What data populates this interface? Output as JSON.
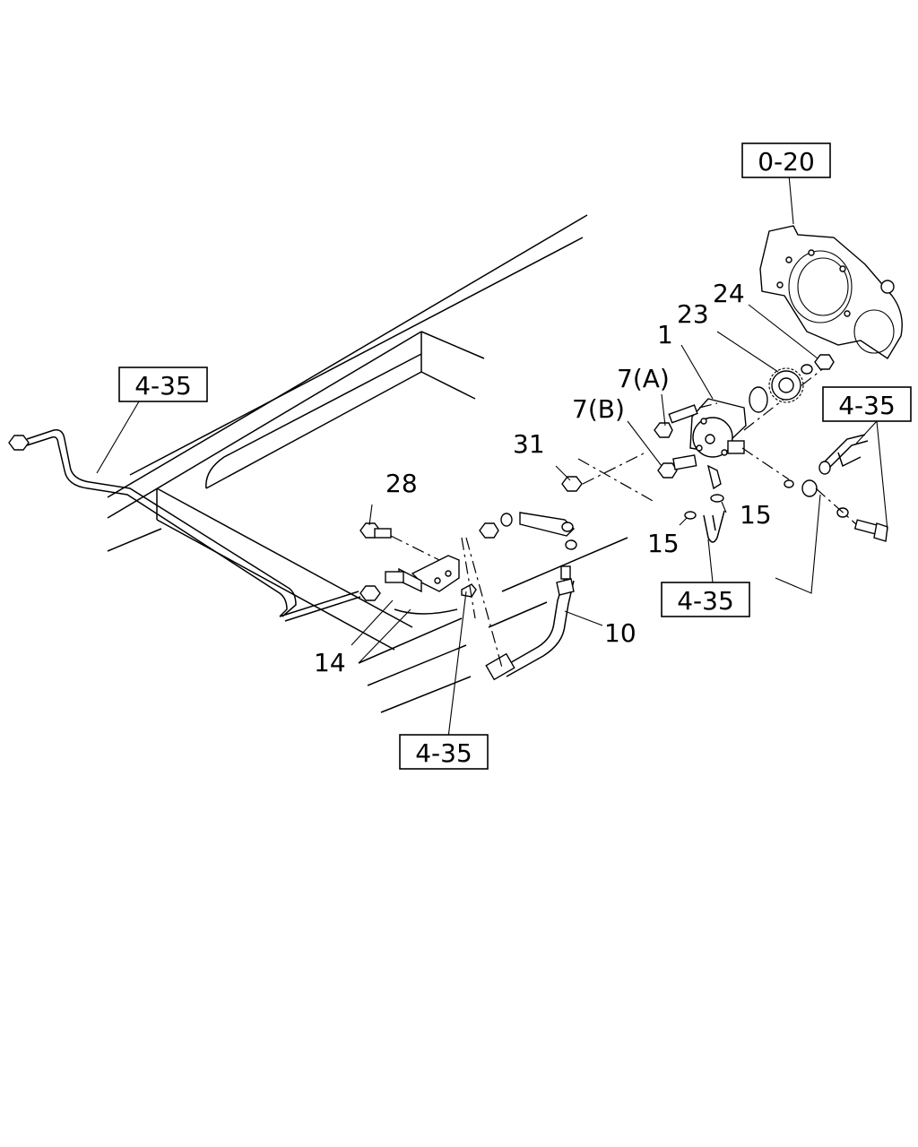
{
  "refs": {
    "ref_0_20": "0-20",
    "ref_4_35_left": "4-35",
    "ref_4_35_right": "4-35",
    "ref_4_35_center": "4-35",
    "ref_4_35_bottom": "4-35"
  },
  "callouts": {
    "c1": "1",
    "c7a": "7(A)",
    "c7b": "7(B)",
    "c10": "10",
    "c14": "14",
    "c15a": "15",
    "c15b": "15",
    "c23": "23",
    "c24": "24",
    "c28": "28",
    "c31": "31"
  }
}
